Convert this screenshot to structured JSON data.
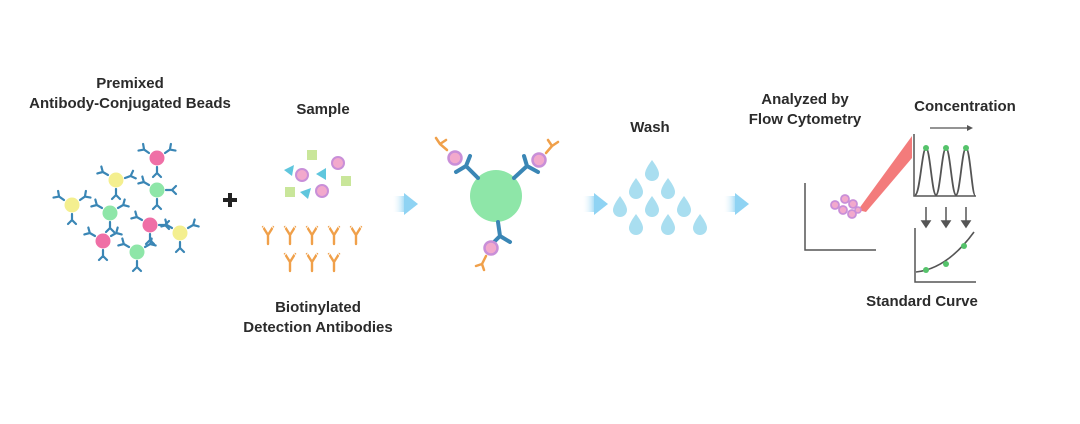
{
  "labels": {
    "premixed_line1": "Premixed",
    "premixed_line2": "Antibody-Conjugated Beads",
    "sample": "Sample",
    "biotinylated_line1": "Biotinylated",
    "biotinylated_line2": "Detection Antibodies",
    "wash": "Wash",
    "analyzed_line1": "Analyzed by",
    "analyzed_line2": "Flow Cytometry",
    "concentration": "Concentration",
    "standard_curve": "Standard Curve"
  },
  "colors": {
    "text": "#2b2b2b",
    "bead_yellow": "#f4ef8f",
    "bead_green": "#8ee6a8",
    "bead_pink": "#ef6fa6",
    "antibody_blue": "#3a86b5",
    "detection_orange": "#f0a04a",
    "sample_pink": "#f2a9cc",
    "sample_lavender": "#c98fd8",
    "sample_green": "#c9e69a",
    "sample_cyan": "#5fc6dd",
    "arrow_blue": "#9fd8f4",
    "drop_blue": "#a9def0",
    "laser_red": "#f26d6d",
    "curve_green": "#55c36b",
    "axis_gray": "#555555"
  },
  "icons": [
    "plus-icon",
    "process-arrow-icon",
    "water-drops-icon",
    "flow-cytometer-plot-icon",
    "concentration-peaks-icon",
    "down-arrow-icon",
    "standard-curve-icon"
  ]
}
